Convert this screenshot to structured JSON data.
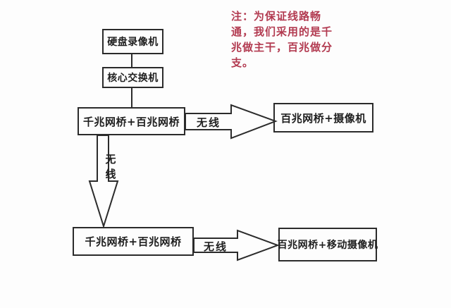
{
  "note": {
    "lines": [
      "注：为保证线路畅",
      "通，我们采用的是千",
      "兆做主干，百兆做分",
      "支。"
    ],
    "color": "#b23a50"
  },
  "diagram": {
    "nodes": {
      "dvr": "硬盘录像机",
      "core_switch": "核心交换机",
      "bridge_top": "千兆网桥+百兆网桥",
      "camera_top": "百兆网桥+摄像机",
      "bridge_bottom": "千兆网桥+百兆网桥",
      "camera_bottom": "百兆网桥+移动摄像机"
    },
    "edge_labels": {
      "wireless_top": "无线",
      "wireless_down": "无线",
      "wireless_bottom": "无线"
    },
    "colors": {
      "line": "#2b2b2b",
      "text": "#1f1f1f",
      "note_red": "#b23a50",
      "background": "#fdfdfd"
    }
  }
}
